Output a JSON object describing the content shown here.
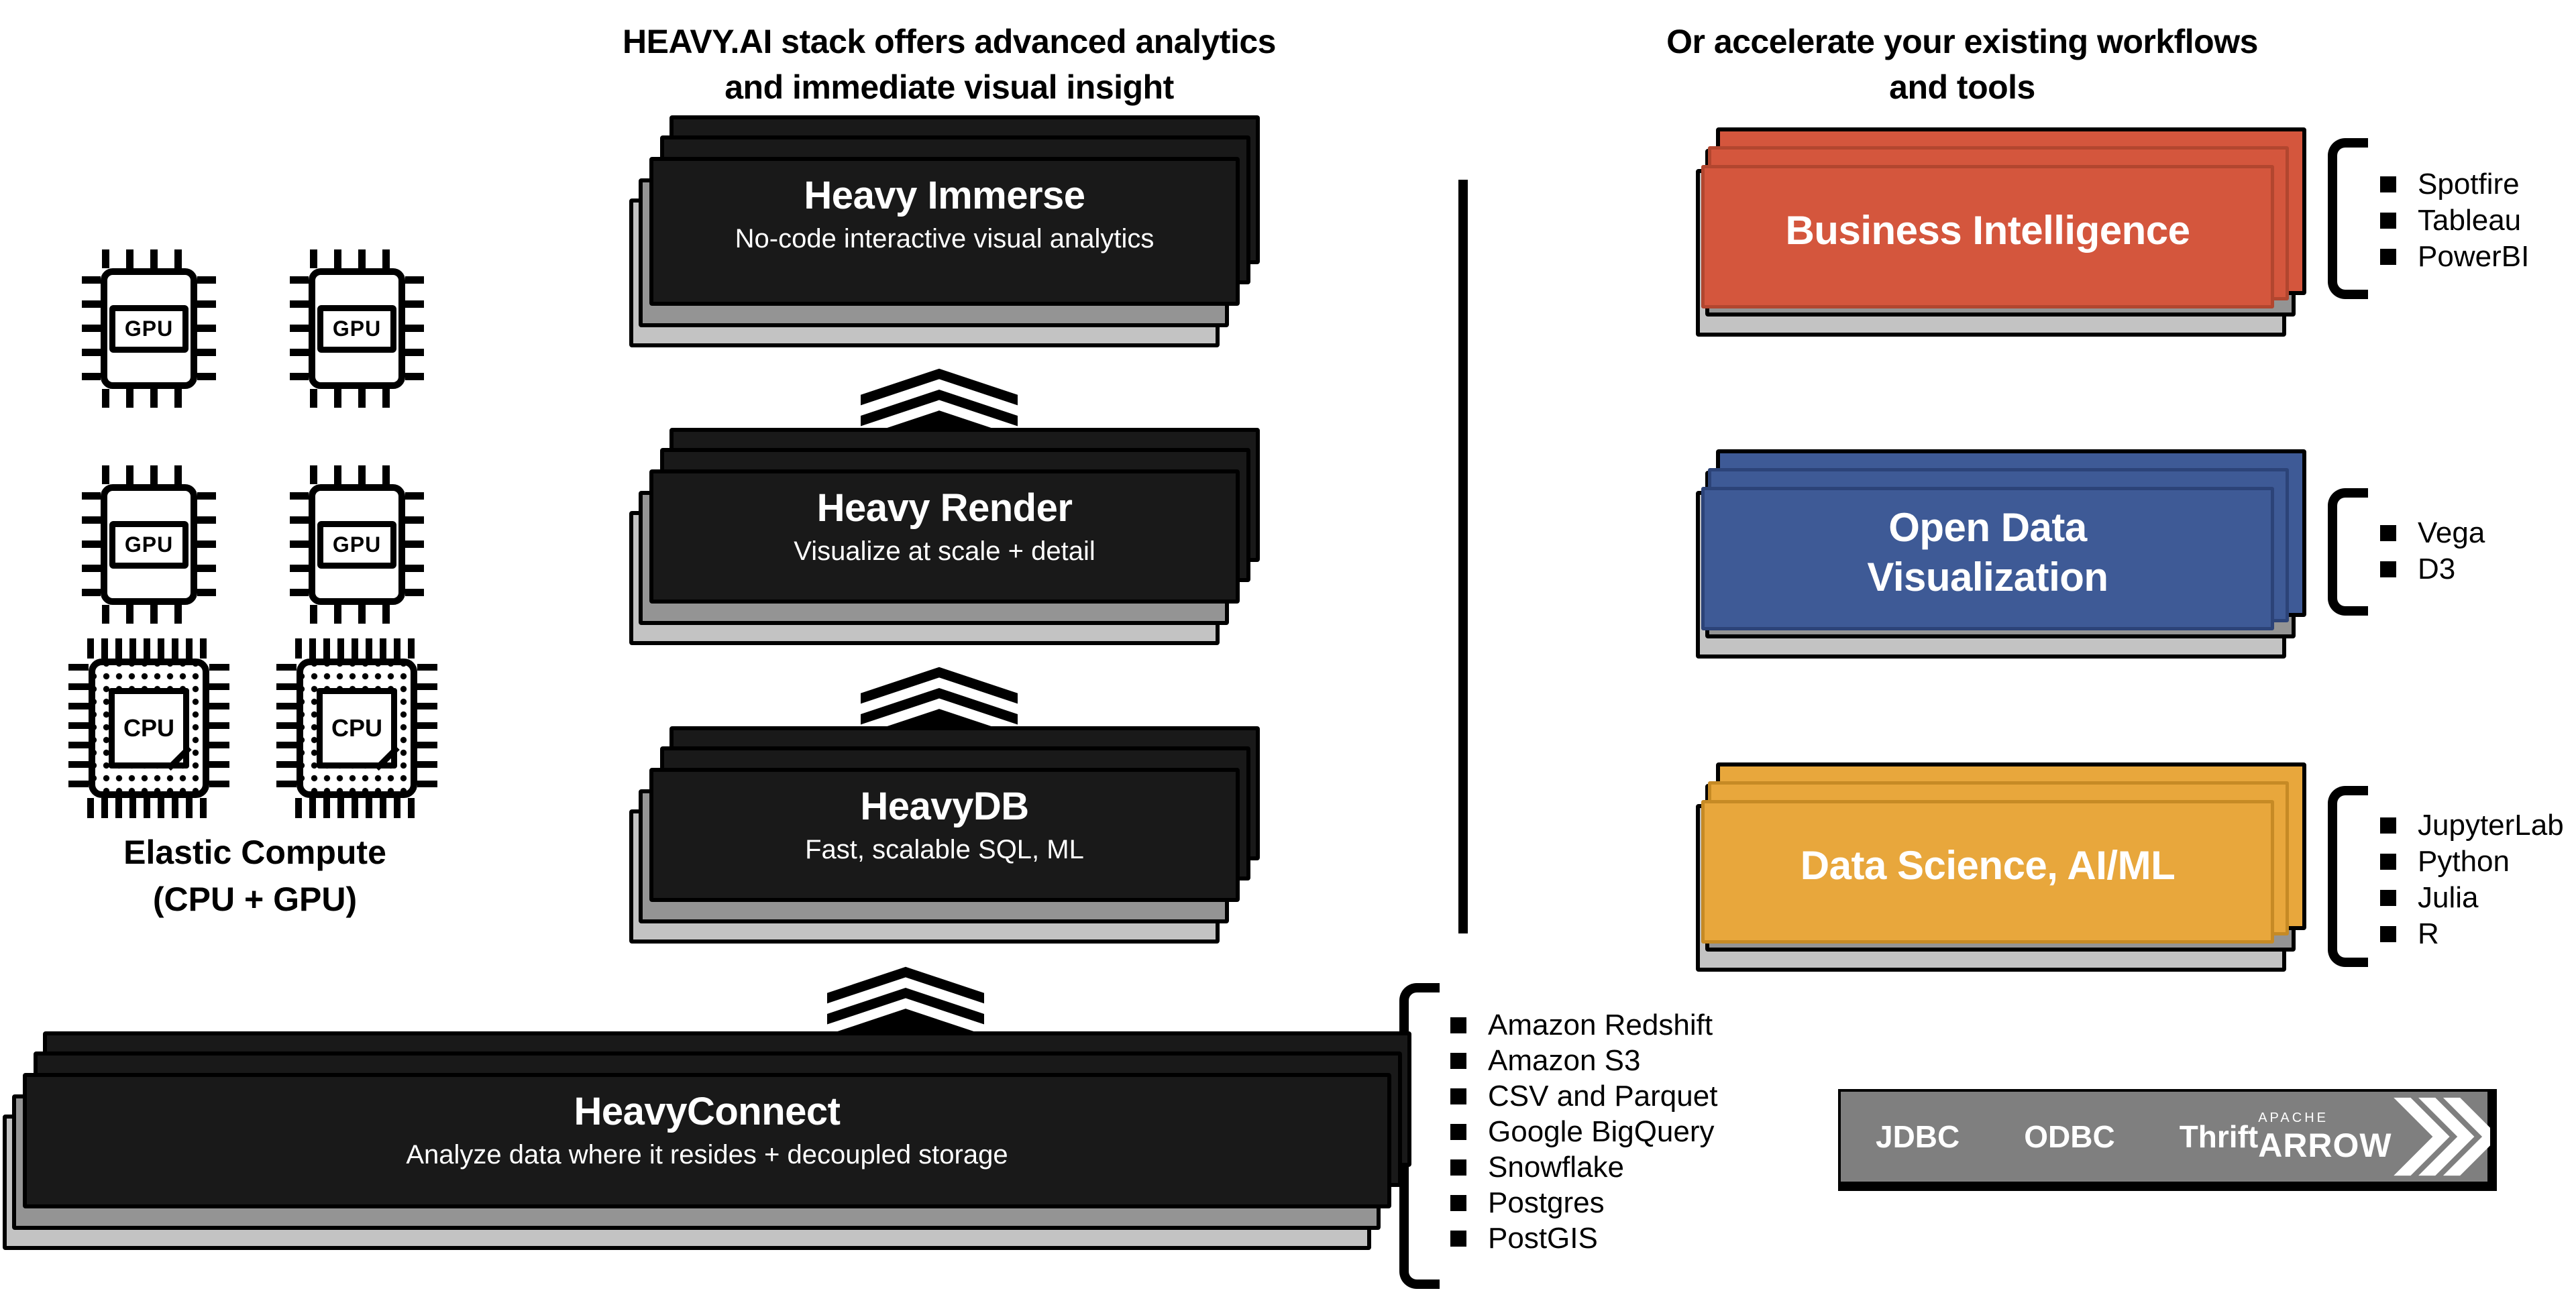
{
  "titles": {
    "left_line1": "HEAVY.AI stack offers advanced analytics",
    "left_line2": "and immediate visual insight",
    "right_line1": "Or accelerate your existing workflows",
    "right_line2": "and tools"
  },
  "elastic": {
    "line1": "Elastic Compute",
    "line2": "(CPU + GPU)"
  },
  "chips": {
    "gpu_label": "GPU",
    "cpu_label": "CPU"
  },
  "stack": [
    {
      "title": "Heavy Immerse",
      "subtitle": "No-code interactive visual analytics"
    },
    {
      "title": "Heavy Render",
      "subtitle": "Visualize at scale + detail"
    },
    {
      "title": "HeavyDB",
      "subtitle": "Fast, scalable SQL, ML"
    },
    {
      "title": "HeavyConnect",
      "subtitle": "Analyze data where it resides + decoupled storage"
    }
  ],
  "integrations": [
    {
      "line1": "Business Intelligence",
      "line2": "",
      "items": [
        "Spotfire",
        "Tableau",
        "PowerBI"
      ]
    },
    {
      "line1": "Open Data",
      "line2": "Visualization",
      "items": [
        "Vega",
        "D3"
      ]
    },
    {
      "line1": "Data Science, AI/ML",
      "line2": "",
      "items": [
        "JupyterLab",
        "Python",
        "Julia",
        "R"
      ]
    }
  ],
  "data_sources": [
    "Amazon Redshift",
    "Amazon S3",
    "CSV and Parquet",
    "Google BigQuery",
    "Snowflake",
    "Postgres",
    "PostGIS"
  ],
  "connector_bar": {
    "labels": [
      "JDBC",
      "ODBC",
      "Thrift"
    ],
    "arrow_brand_top": "APACHE",
    "arrow_brand": "ARROW"
  },
  "colors": {
    "red": "#d4563d",
    "red_dark": "#b2462f",
    "blue": "#3e5a96",
    "blue_dark": "#2c4378",
    "yellow": "#e8a73c",
    "yellow_dark": "#c68a25",
    "gray_mid": "#949494",
    "gray_light": "#c3c3c3",
    "card_black": "#191919",
    "bar_gray": "#7f7f7f"
  }
}
